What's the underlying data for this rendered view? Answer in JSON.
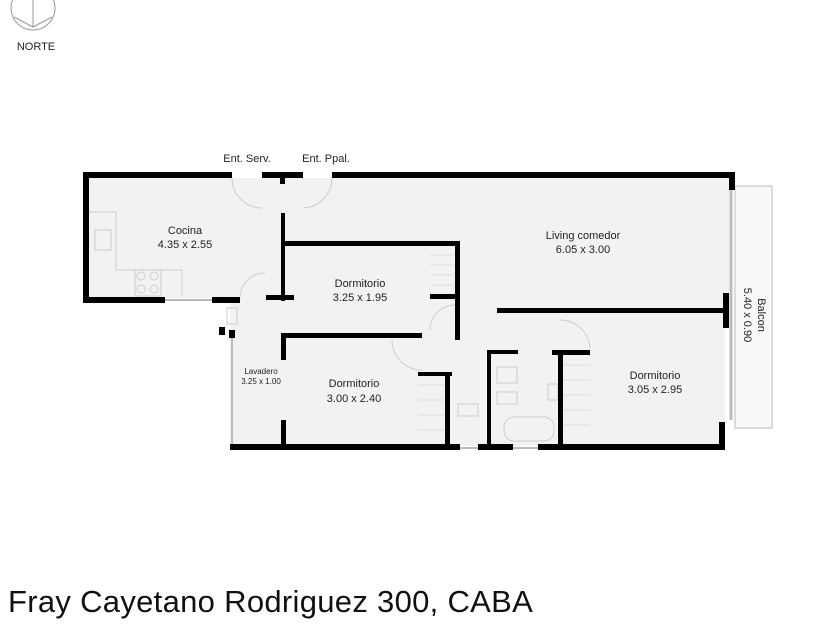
{
  "compass": {
    "label": "NORTE"
  },
  "entrances": {
    "service": "Ent. Serv.",
    "main": "Ent. Ppal."
  },
  "rooms": [
    {
      "name": "Cocina",
      "size": "4.35 x 2.55"
    },
    {
      "name": "Living comedor",
      "size": "6.05 x 3.00"
    },
    {
      "name": "Dormitorio",
      "size": "3.25 x 1.95"
    },
    {
      "name": "Lavadero",
      "size": "3.25 x 1.00"
    },
    {
      "name": "Dormitorio",
      "size": "3.00 x 2.40"
    },
    {
      "name": "Dormitorio",
      "size": "3.05 x 2.95"
    },
    {
      "name": "Balcon",
      "size": "5.40 x 0.90"
    }
  ],
  "title": "Fray Cayetano Rodriguez 300, CABA",
  "colors": {
    "wall": "#000000",
    "floor": "#f2f2f2",
    "fixture": "#cccccc"
  }
}
